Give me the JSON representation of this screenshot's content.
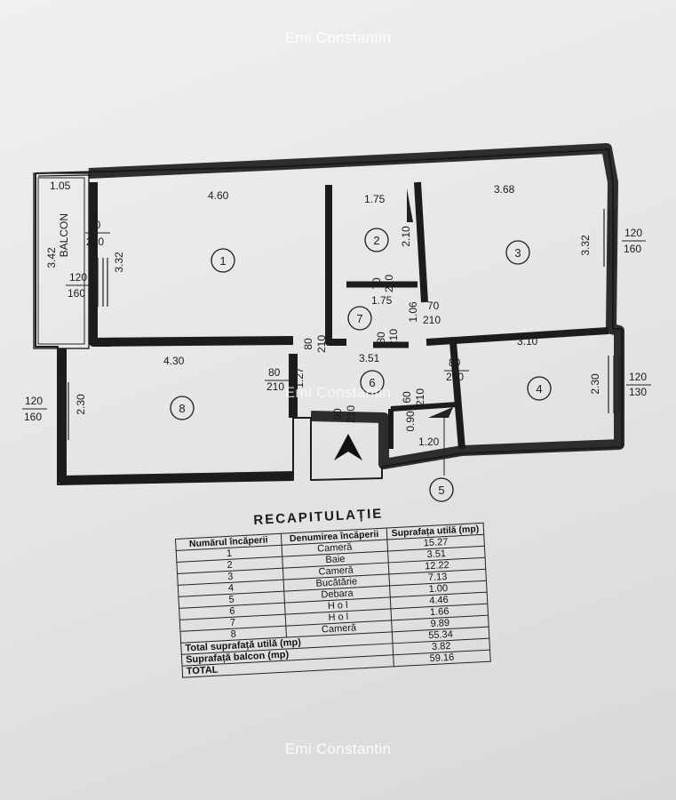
{
  "watermark": "Emi Constantin",
  "plan": {
    "balcony_label": "BALCON",
    "rooms": [
      "1",
      "2",
      "3",
      "4",
      "5",
      "6",
      "7",
      "8"
    ],
    "dims": {
      "bal_w": "1.05",
      "bal_h": "3.42",
      "r1_w": "4.60",
      "r1_h": "3.32",
      "r2_w": "1.75",
      "r2_h": "2.10",
      "r3_w": "3.68",
      "r3_h": "3.32",
      "r4_w": "3.10",
      "r4_h": "2.30",
      "r8_w": "4.30",
      "r8_h": "2.30",
      "r7_w": "1.75",
      "r7_h": "1.06",
      "r6_w": "3.51",
      "r6_h": "1.27",
      "r5_w": "1.20",
      "r5_h": "0.90"
    },
    "doors": {
      "d1a": "70",
      "d1b": "210",
      "win1a": "120",
      "win1b": "160",
      "d2a": "70",
      "d2b": "210",
      "d3a": "70",
      "d3b": "210",
      "win3a": "120",
      "win3b": "160",
      "d7a": "80",
      "d7b": "210",
      "d7c": "80",
      "d7d": "210",
      "d4a": "80",
      "d4b": "210",
      "win4a": "120",
      "win4b": "130",
      "d8a": "80",
      "d8b": "210",
      "win8a": "120",
      "win8b": "160",
      "d5a": "60",
      "d5b": "210",
      "entry_a": "90",
      "entry_b": "210"
    }
  },
  "recap": {
    "title": "RECAPITULAȚIE",
    "headers": [
      "Numărul încăperii",
      "Denumirea încăperii",
      "Suprafața utilă (mp)"
    ],
    "numbers": [
      "1",
      "2",
      "3",
      "4",
      "5",
      "6",
      "7",
      "8"
    ],
    "names": [
      "Cameră",
      "Baie",
      "Cameră",
      "Bucătărie",
      "Debara",
      "H o l",
      "H o l",
      "Cameră"
    ],
    "areas": [
      "15.27",
      "3.51",
      "12.22",
      "7.13",
      "1.00",
      "4.46",
      "1.66",
      "9.89",
      "55.34",
      "3.82",
      "59.16"
    ],
    "footer": [
      "Total suprafață utilă (mp)",
      "Suprafață balcon (mp)",
      "TOTAL"
    ]
  }
}
